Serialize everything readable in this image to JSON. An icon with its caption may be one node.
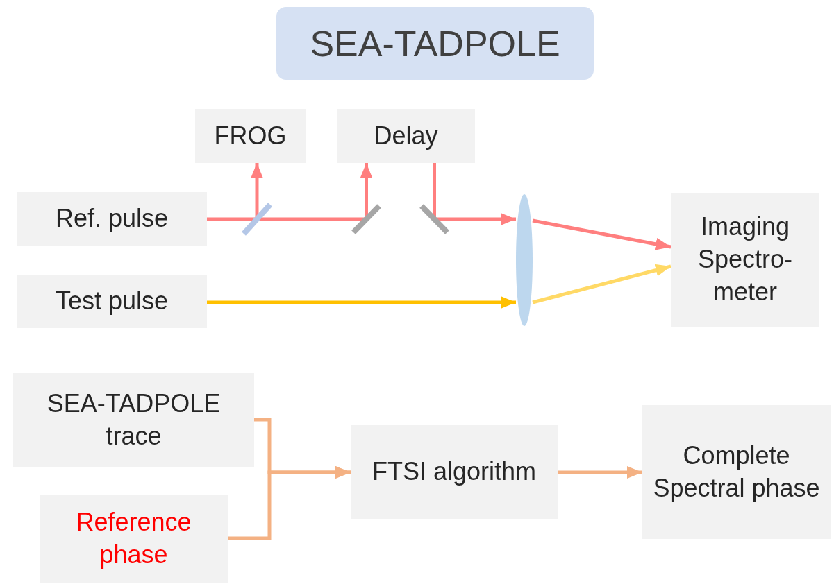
{
  "diagram": {
    "title": "SEA-TADPOLE",
    "nodes": [
      {
        "text": [
          "FROG"
        ]
      },
      {
        "text": [
          "Delay"
        ]
      },
      {
        "text": [
          "Ref. pulse"
        ]
      },
      {
        "text": [
          "Test pulse"
        ]
      },
      {
        "text": [
          "Imaging Spectro- meter"
        ]
      },
      {
        "text": [],
        "shape": "bar"
      },
      {
        "text": [],
        "shape": "bar"
      },
      {
        "text": [],
        "shape": "bar"
      },
      {
        "text": [],
        "shape": "ellipse"
      },
      {
        "text": [
          "SEA-TADPOLE trace"
        ]
      },
      {
        "text": [
          "Reference phase"
        ]
      },
      {
        "text": [
          "FTSI algorithm"
        ]
      },
      {
        "text": [
          "Complete Spectral phase"
        ]
      }
    ],
    "edges": [
      {
        "from": 2,
        "to": 5,
        "arrow": "none"
      },
      {
        "from": 5,
        "to": 0,
        "arrow": "to"
      },
      {
        "from": 5,
        "to": 6,
        "arrow": "none"
      },
      {
        "from": 6,
        "to": 1,
        "arrow": "to"
      },
      {
        "from": 1,
        "to": 7,
        "arrow": "none"
      },
      {
        "from": 7,
        "to": 8,
        "arrow": "to"
      },
      {
        "from": 3,
        "to": 8,
        "arrow": "to",
        "color": "#ffc000"
      },
      {
        "from": 8,
        "to": 4,
        "arrow": "to"
      },
      {
        "from": 8,
        "to": 4,
        "arrow": "to",
        "color": "#ffd966"
      },
      {
        "from": 9,
        "to": 11,
        "arrow": "to",
        "color": "#f4b183"
      },
      {
        "from": 10,
        "to": 11,
        "arrow": "to",
        "color": "#f4b183"
      },
      {
        "from": 11,
        "to": 12,
        "arrow": "to",
        "color": "#f4b183"
      }
    ]
  }
}
